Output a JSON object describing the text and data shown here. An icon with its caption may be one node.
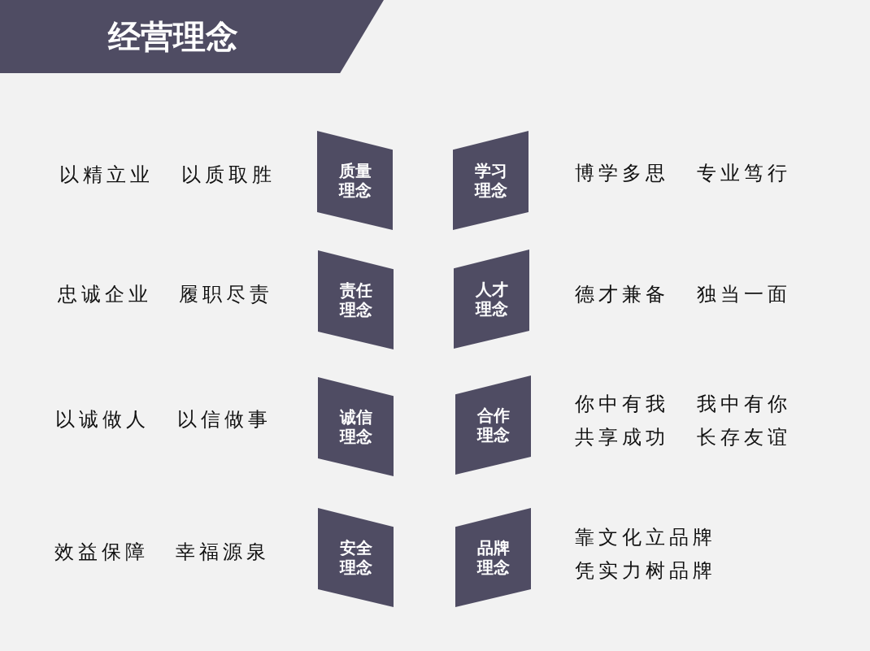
{
  "diagram": {
    "title": "经营理念",
    "nodes": [
      {
        "text": [
          "质量理念"
        ],
        "beside": [
          "以精立业",
          "以质取胜"
        ]
      },
      {
        "text": [
          "学习理念"
        ],
        "beside": [
          "博学多思",
          "专业笃行"
        ]
      },
      {
        "text": [
          "责任理念"
        ],
        "beside": [
          "忠诚企业",
          "履职尽责"
        ]
      },
      {
        "text": [
          "人才理念"
        ],
        "beside": [
          "德才兼备",
          "独当一面"
        ]
      },
      {
        "text": [
          "诚信理念"
        ],
        "beside": [
          "以诚做人",
          "以信做事"
        ]
      },
      {
        "text": [
          "合作理念"
        ],
        "beside": [
          "你中有我",
          "我中有你",
          "共享成功",
          "长存友谊"
        ]
      },
      {
        "text": [
          "安全理念"
        ],
        "beside": [
          "效益保障",
          "幸福源泉"
        ]
      },
      {
        "text": [
          "品牌理念"
        ],
        "beside": [
          "靠文化立品牌",
          "凭实力树品牌"
        ]
      }
    ]
  }
}
